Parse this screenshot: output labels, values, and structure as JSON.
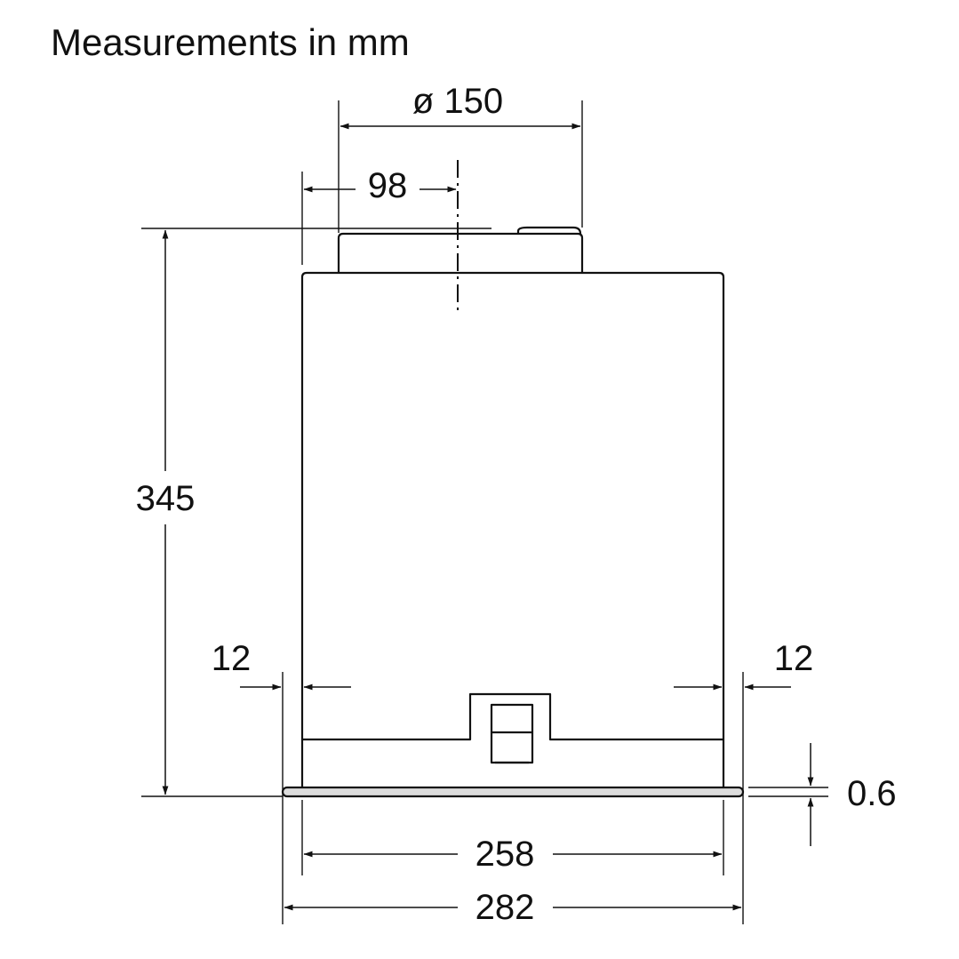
{
  "title": "Measurements in mm",
  "colors": {
    "line": "#111111",
    "background": "#ffffff",
    "bezel": "#dcdcdc"
  },
  "dimensions": {
    "duct_diameter": "ø 150",
    "duct_offset": "98",
    "height": "345",
    "inner_width": "258",
    "outer_width": "282",
    "left_margin": "12",
    "right_margin": "12",
    "panel_thickness": "0.6"
  }
}
